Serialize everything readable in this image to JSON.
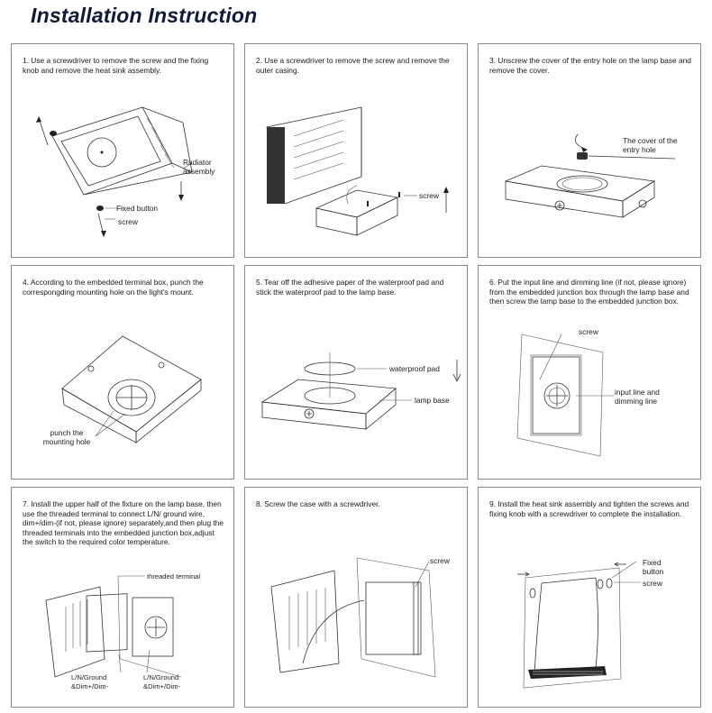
{
  "title": "Installation Instruction",
  "steps": [
    {
      "text": "1. Use a screwdriver to remove the screw and the fixing knob and remove the heat sink assembly.",
      "labels": [
        "Radiator assembly",
        "Fixed button",
        "screw"
      ]
    },
    {
      "text": "2. Use a screwdriver to remove the screw and remove the outer casing.",
      "labels": [
        "screw"
      ]
    },
    {
      "text": "3. Unscrew the cover of the entry hole on the lamp base and remove the cover.",
      "labels": [
        "The cover of the entry hole"
      ]
    },
    {
      "text": "4. According to the embedded terminal box, punch the correspongding mounting hole on the light's mount.",
      "labels": [
        "punch the mounting hole"
      ]
    },
    {
      "text": "5. Tear off the adhesive paper of the waterproof pad and stick the waterproof pad to the lamp base.",
      "labels": [
        "waterproof pad",
        "lamp base"
      ]
    },
    {
      "text": "6. Put  the input line and dimming line (if not, please ignore) from the embedded junction box through the lamp base and then screw the lamp base to the embedded junction box.",
      "labels": [
        "screw",
        "input line and dimming line"
      ]
    },
    {
      "text": "7. Install the upper half of the fixture on the lamp base, then use the threaded terminal to connect L/N/ ground wire, dim+/dim-(if not, please ignore) separately,and then plug the threaded terminals into the embedded junction box,adjust the switch to the required color temperature.",
      "labels": [
        "threaded terminal",
        "L/N/Ground &Dim+/Dim-",
        "L/N/Ground &Dim+/Dim-"
      ]
    },
    {
      "text": "8. Screw the case with a screwdriver.",
      "labels": [
        "screw"
      ]
    },
    {
      "text": "9. Install the heat sink assembly and tighten the screws and fixing knob with a screwdriver to complete the installation.",
      "labels": [
        "Fixed button",
        "screw"
      ]
    }
  ]
}
